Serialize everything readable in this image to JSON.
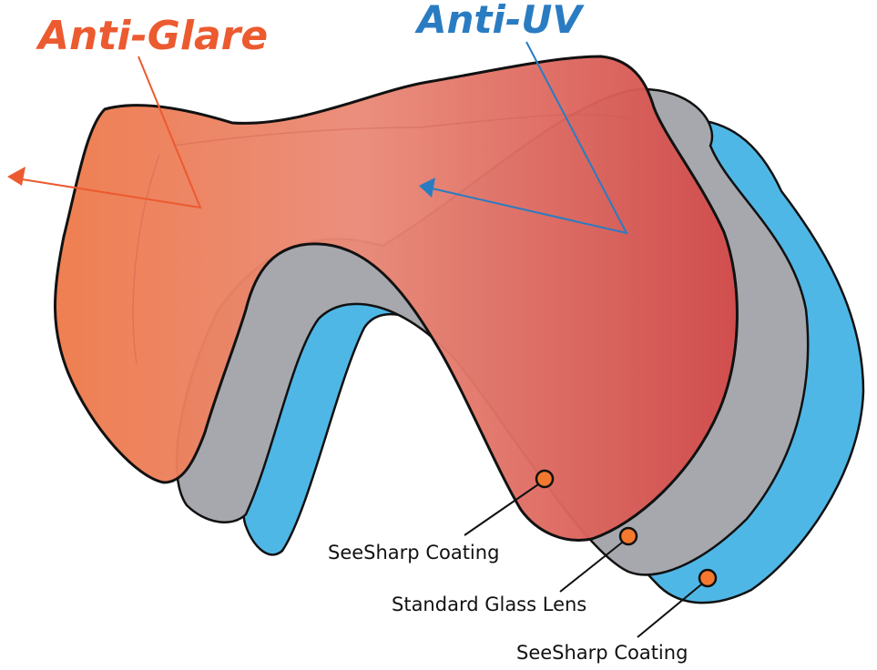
{
  "title_left": "Anti-Glare",
  "title_right": "Anti-UV",
  "labels": [
    {
      "text": "SeeSharp Coating"
    },
    {
      "text": "Standard Glass Lens"
    },
    {
      "text": "SeeSharp Coating"
    }
  ],
  "colors": {
    "anti_glare": "#ec5a30",
    "anti_uv": "#2a7cc2",
    "front_lens_left": "#ee7a4a",
    "front_lens_right": "#d24a4a",
    "middle_lens": "#a6a8ad",
    "back_lens": "#4fb7e6",
    "marker": "#f4782e"
  }
}
